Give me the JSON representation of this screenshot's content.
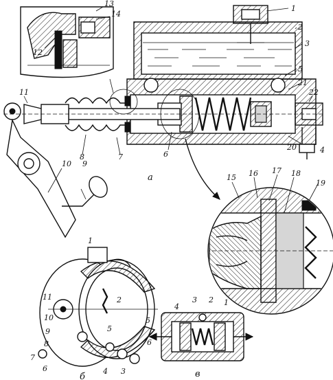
{
  "labels": {
    "view_a": "а",
    "view_b": "б",
    "view_v": "в",
    "a": [
      "1",
      "2",
      "3",
      "4",
      "5",
      "6",
      "7",
      "8",
      "9",
      "10",
      "11",
      "12",
      "13",
      "14",
      "15",
      "16",
      "17",
      "18",
      "19",
      "20",
      "21",
      "22"
    ],
    "b": [
      "1",
      "2",
      "3",
      "4",
      "5",
      "6",
      "7",
      "8",
      "9",
      "10",
      "11"
    ],
    "v": [
      "1",
      "2",
      "3",
      "4",
      "5",
      "6"
    ]
  }
}
